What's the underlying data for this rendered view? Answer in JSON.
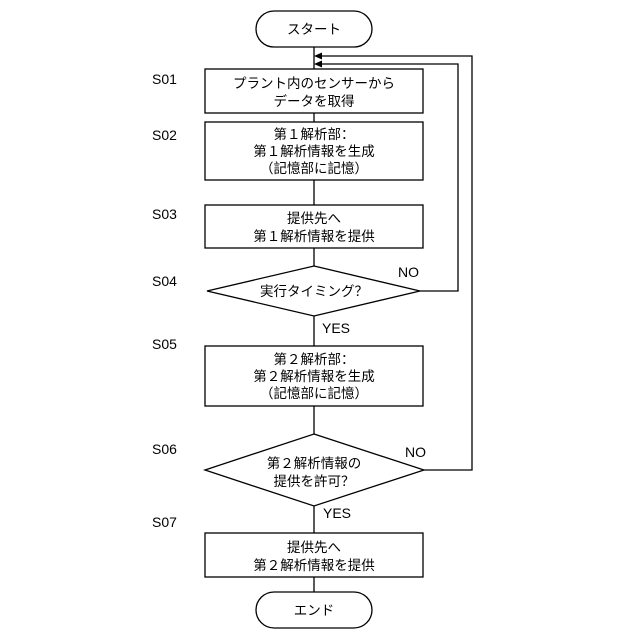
{
  "terminals": {
    "start": "スタート",
    "end": "エンド"
  },
  "steps": {
    "s01": {
      "id": "S01",
      "lines": [
        "プラント内のセンサーから",
        "データを取得"
      ]
    },
    "s02": {
      "id": "S02",
      "lines": [
        "第１解析部：",
        "第１解析情報を生成",
        "（記憶部に記憶）"
      ]
    },
    "s03": {
      "id": "S03",
      "lines": [
        "提供先へ",
        "第１解析情報を提供"
      ]
    },
    "s04": {
      "id": "S04",
      "lines": [
        "実行タイミング？"
      ]
    },
    "s05": {
      "id": "S05",
      "lines": [
        "第２解析部：",
        "第２解析情報を生成",
        "（記憶部に記憶）"
      ]
    },
    "s06": {
      "id": "S06",
      "lines": [
        "第２解析情報の",
        "提供を許可？"
      ]
    },
    "s07": {
      "id": "S07",
      "lines": [
        "提供先へ",
        "第２解析情報を提供"
      ]
    }
  },
  "branches": {
    "s04_no": "NO",
    "s04_yes": "YES",
    "s06_no": "NO",
    "s06_yes": "YES"
  }
}
